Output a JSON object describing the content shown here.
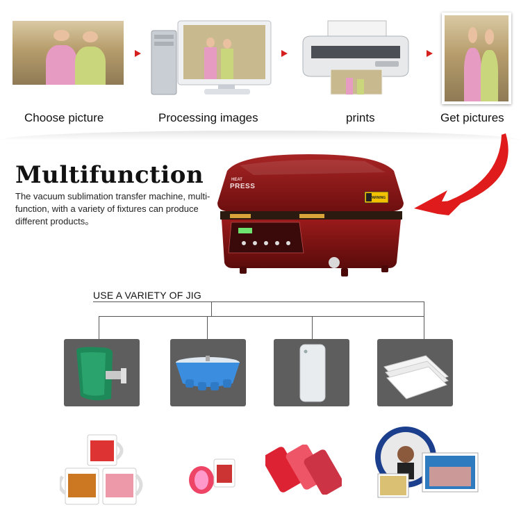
{
  "steps": [
    {
      "label": "Choose picture",
      "icon": "photo"
    },
    {
      "label": "Processing images",
      "icon": "computer-monitor"
    },
    {
      "label": "prints",
      "icon": "printer"
    },
    {
      "label": "Get pictures",
      "icon": "printed-photo"
    }
  ],
  "multifunction": {
    "title": "Multifunction",
    "description": "The vacuum sublimation transfer machine, multi-function, with a variety of fixtures can produce different products。"
  },
  "machine": {
    "brand_small": "HEAT",
    "brand": "PRESS",
    "body_color": "#8c1414",
    "warning_label": "WARNING"
  },
  "jig_section": {
    "title": "USE A VARIETY OF JIG",
    "jigs": [
      "mug-jig",
      "bowl-jig",
      "phone-case-jig",
      "plate-jig"
    ],
    "products": [
      "mugs",
      "cups",
      "phone-cases",
      "plates-and-frames"
    ]
  },
  "colors": {
    "arrow": "#d61f1f",
    "jig_box": "#5e5e5e"
  }
}
